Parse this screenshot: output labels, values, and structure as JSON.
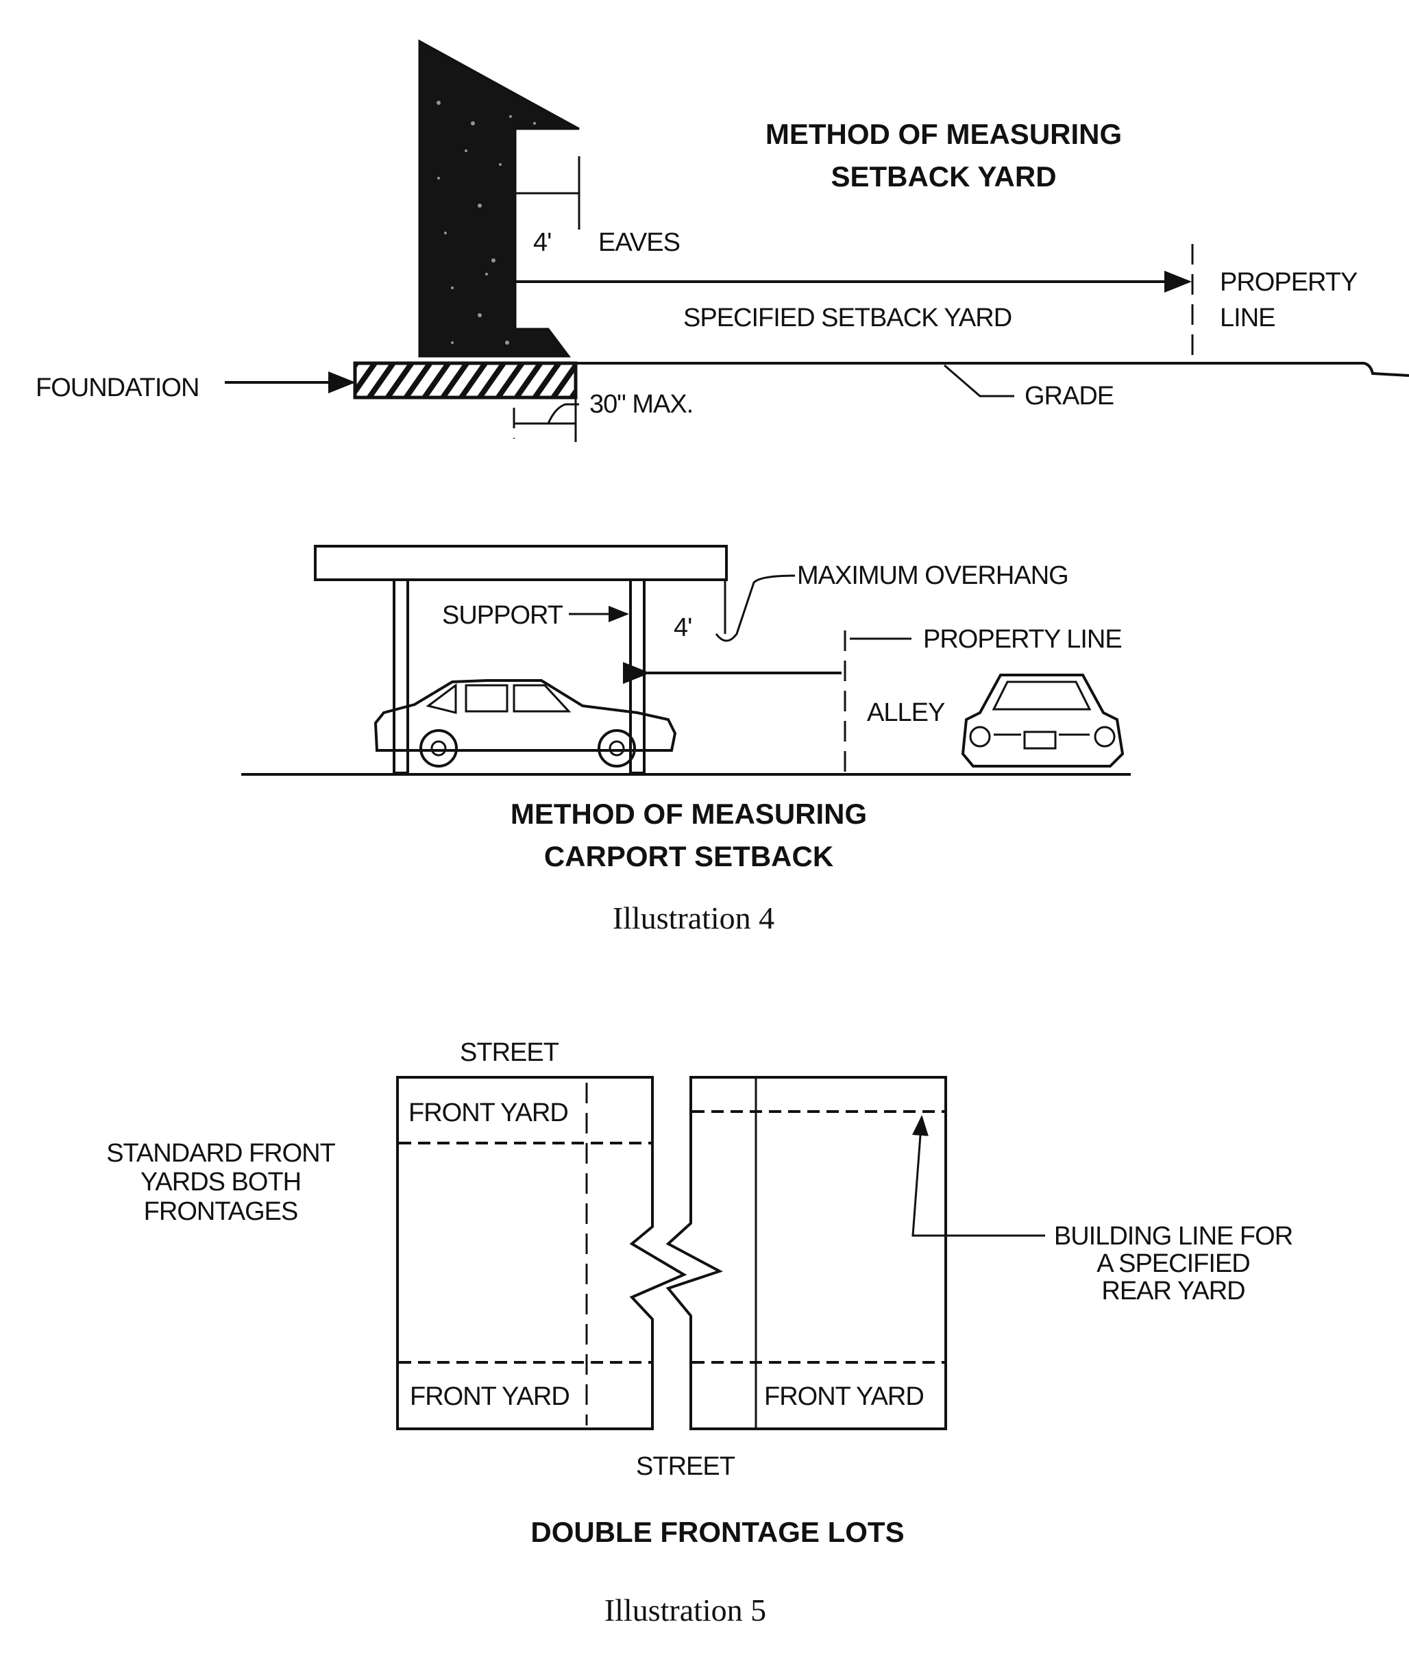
{
  "illustration4": {
    "setback_diagram": {
      "title_line1": "METHOD OF MEASURING",
      "title_line2": "SETBACK YARD",
      "eaves_dim": "4'",
      "eaves_label": "EAVES",
      "setback_label": "SPECIFIED SETBACK YARD",
      "property_line_line1": "PROPERTY",
      "property_line_line2": "LINE",
      "foundation_label": "FOUNDATION",
      "grade_label": "GRADE",
      "max_label": "30\" MAX."
    },
    "carport_diagram": {
      "support_label": "SUPPORT",
      "overhang_dim": "4'",
      "overhang_label": "MAXIMUM OVERHANG",
      "property_line_label": "PROPERTY LINE",
      "alley_label": "ALLEY",
      "title_line1": "METHOD OF MEASURING",
      "title_line2": "CARPORT SETBACK"
    },
    "caption": "Illustration 4"
  },
  "illustration5": {
    "street_top": "STREET",
    "street_bottom": "STREET",
    "left_note_line1": "STANDARD FRONT",
    "left_note_line2": "YARDS BOTH",
    "left_note_line3": "FRONTAGES",
    "front_yard_top_left": "FRONT YARD",
    "front_yard_bottom_left": "FRONT YARD",
    "front_yard_bottom_right": "FRONT YARD",
    "building_line_line1": "BUILDING LINE FOR",
    "building_line_line2": "A SPECIFIED",
    "building_line_line3": "REAR YARD",
    "title": "DOUBLE FRONTAGE LOTS",
    "caption": "Illustration 5"
  }
}
